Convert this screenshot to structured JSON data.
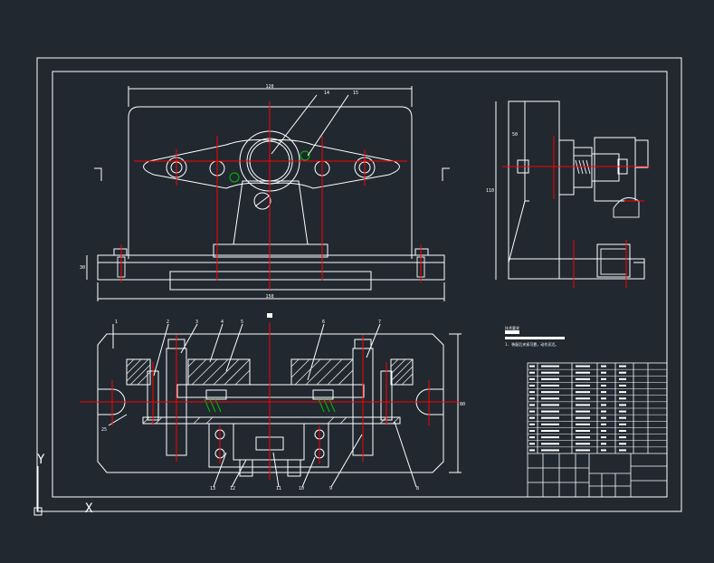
{
  "colors": {
    "background": "#212830",
    "line": "#ffffff",
    "center_line": "#ff0000",
    "hatch": "#e8e8e8",
    "spring": "#00c000"
  },
  "axis_icon": {
    "x_label": "X",
    "y_label": "Y"
  },
  "front_view": {
    "dim_top": "120",
    "dim_base": "150",
    "dim_left": "30",
    "balloons": [
      "14",
      "15"
    ]
  },
  "side_view": {
    "dim_height": "110",
    "dim_upper": "50"
  },
  "plan_view": {
    "balloons_top": [
      "1",
      "2",
      "3",
      "4",
      "5",
      "6",
      "7"
    ],
    "balloons_bottom": [
      "13",
      "12",
      "11",
      "10",
      "9",
      "8"
    ],
    "dim_right": "80",
    "dim_left": "25"
  },
  "notes": {
    "heading": "技术要求",
    "line1": "1. 装配后夹紧可靠，动作灵活。"
  },
  "parts_list": {
    "row_count": 14
  }
}
